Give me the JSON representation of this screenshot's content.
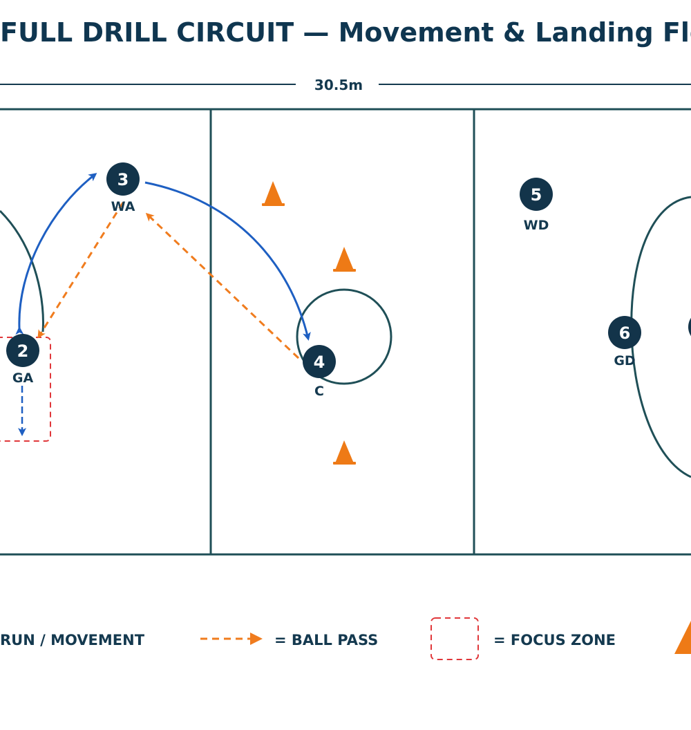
{
  "title": "FULL DRILL CIRCUIT — Movement & Landing Flow",
  "court_width_label": "30.5m",
  "colors": {
    "court_line": "#1f4f57",
    "player_fill": "#13344a",
    "run": "#1e5fc2",
    "pass": "#f07c1e",
    "focus": "#e0373a",
    "cone": "#ee7a16",
    "text": "#14394f"
  },
  "players": [
    {
      "number": "2",
      "position": "GA"
    },
    {
      "number": "3",
      "position": "WA"
    },
    {
      "number": "4",
      "position": "C"
    },
    {
      "number": "5",
      "position": "WD"
    },
    {
      "number": "6",
      "position": "GD"
    }
  ],
  "legend": {
    "run": "RUN / MOVEMENT",
    "pass": "= BALL PASS",
    "focus": "= FOCUS ZONE"
  },
  "icons": {
    "cone": "traffic-cone-icon",
    "run_arrow": "solid-arrow-icon",
    "pass_arrow": "dashed-arrow-icon"
  }
}
